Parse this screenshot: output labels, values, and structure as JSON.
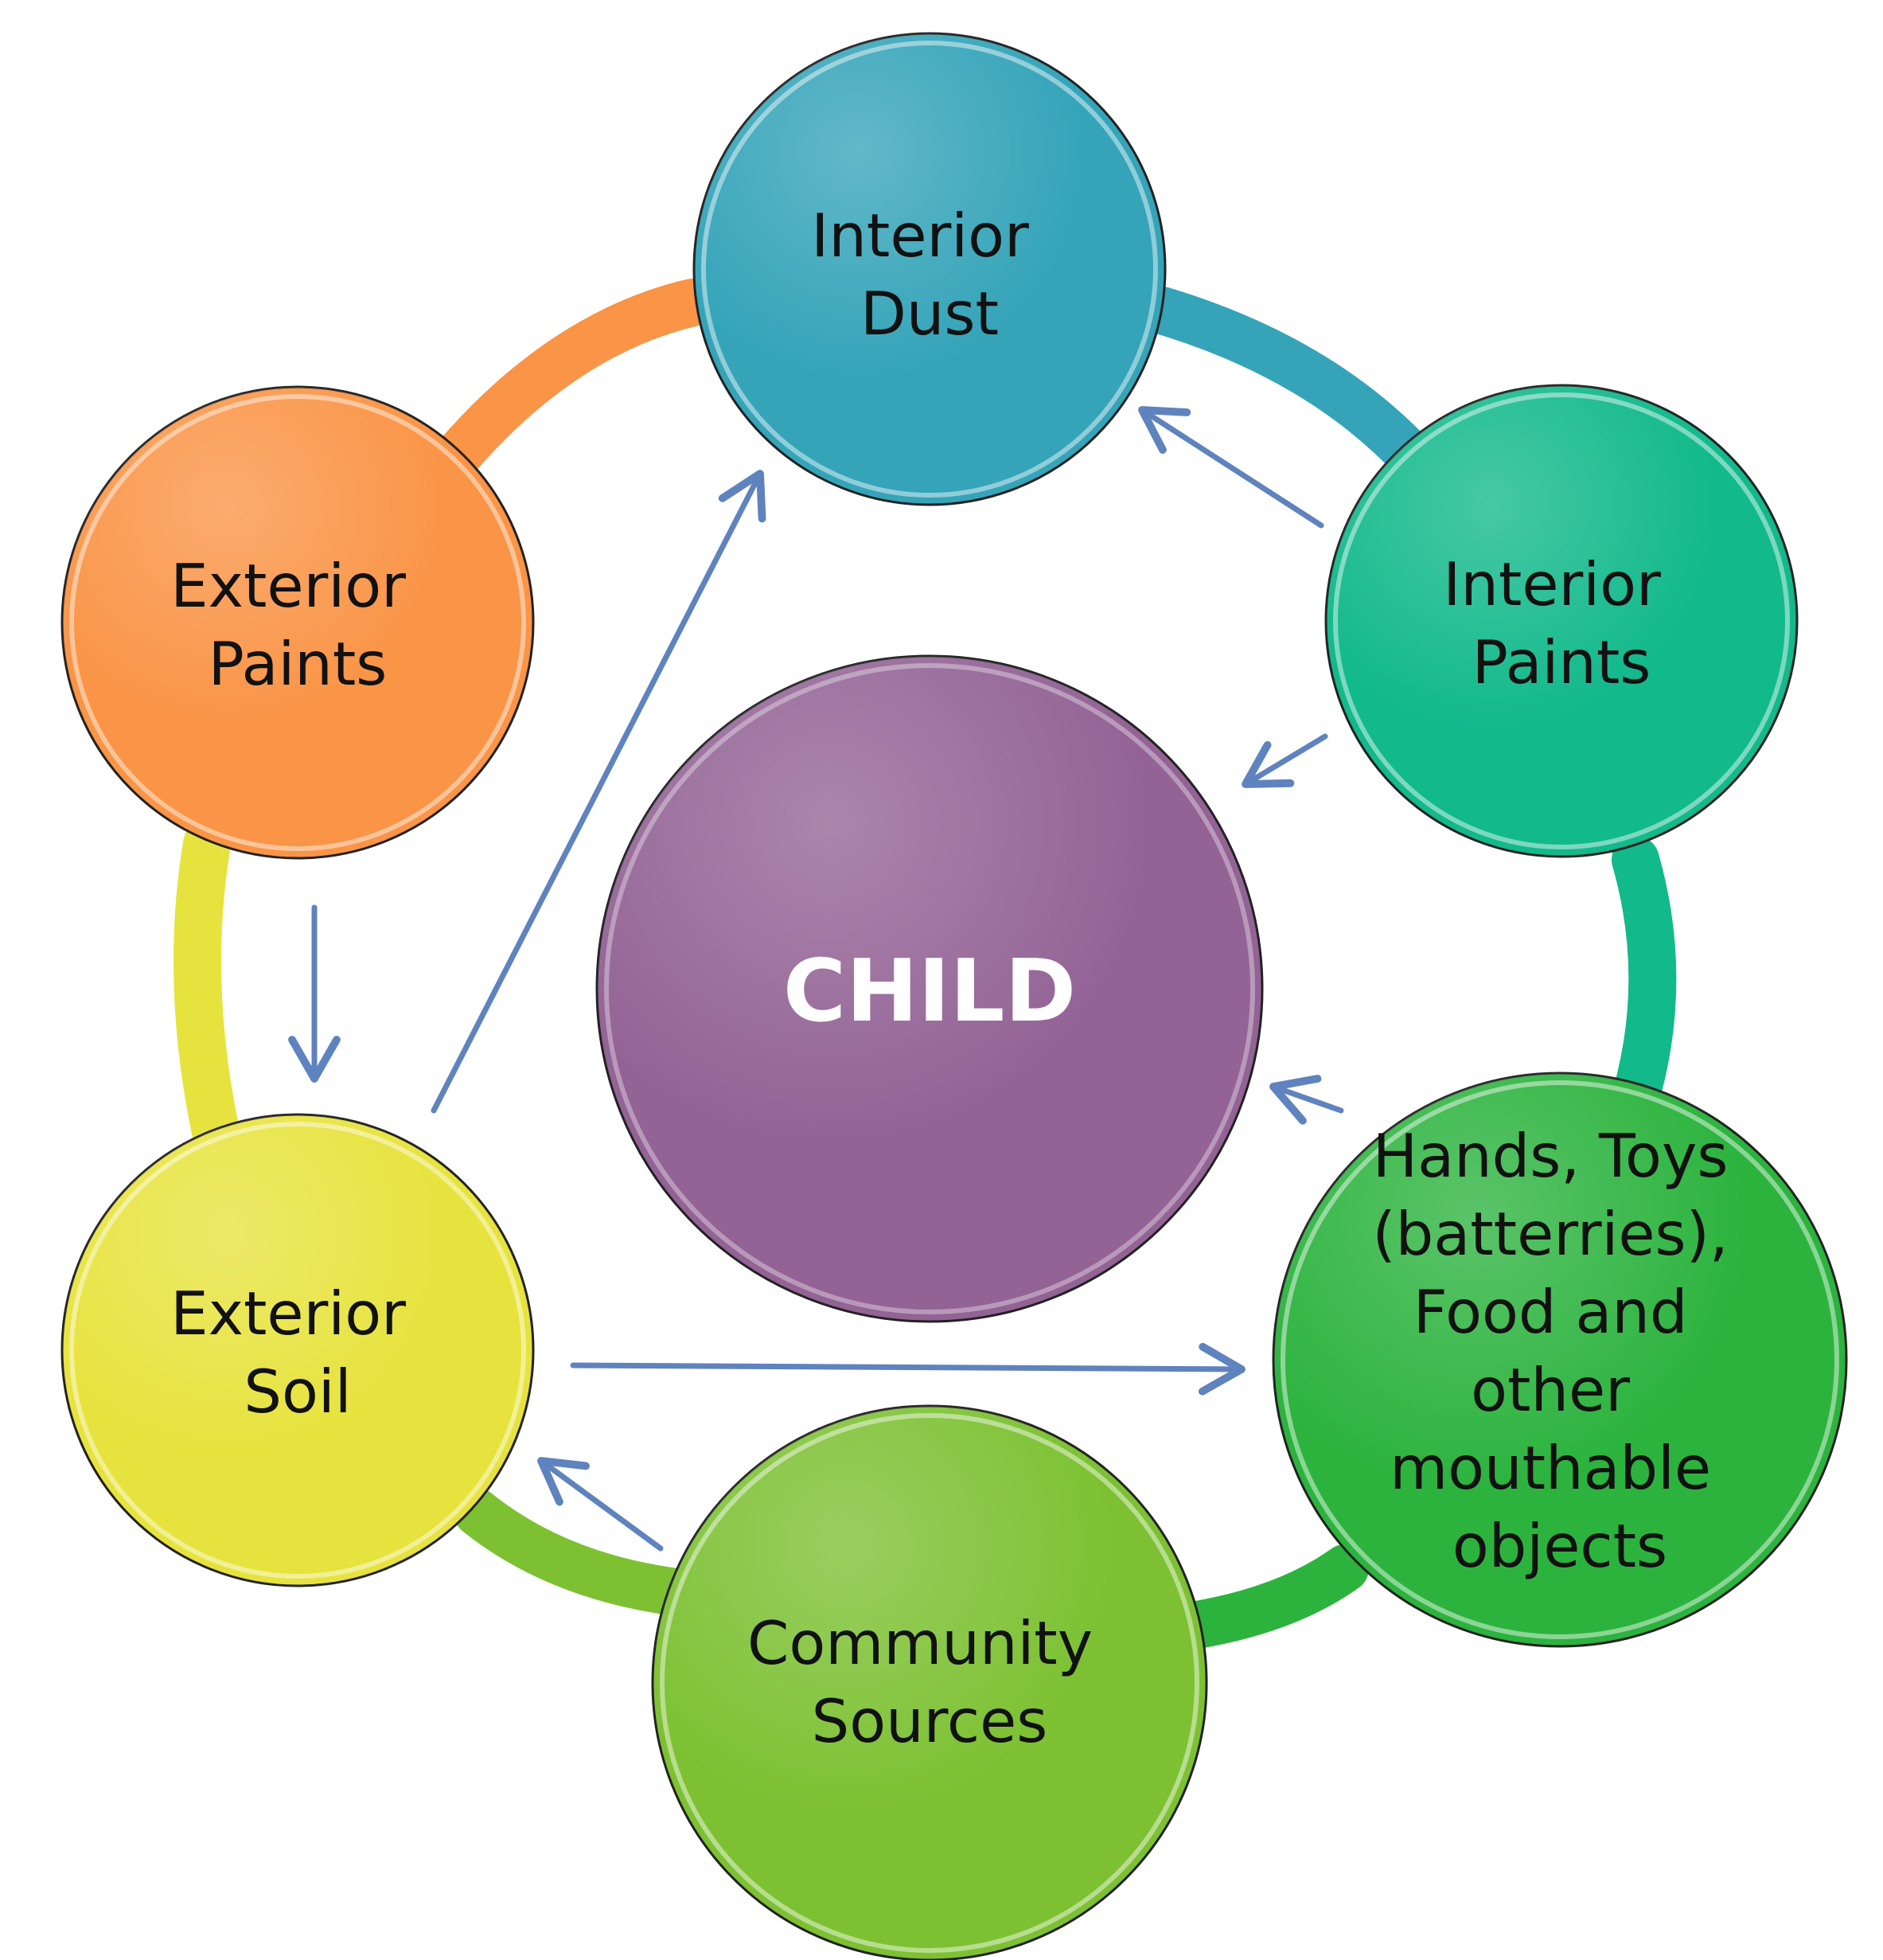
{
  "colors": {
    "interior_dust": "#35A4B9",
    "interior_paints": "#12B98B",
    "hands_toys": "#2CB33E",
    "community": "#7DC133",
    "exterior_soil": "#E7E33E",
    "exterior_paints": "#FA9446",
    "child": "#936395",
    "arrow": "#5F83BE",
    "outline": "#222222"
  },
  "nodes": {
    "interior_dust": {
      "lines": [
        "Interior",
        "Dust"
      ]
    },
    "interior_paints": {
      "lines": [
        "Interior",
        "Paints"
      ]
    },
    "hands_toys": {
      "lines": [
        "Hands, Toys",
        "(batterries),",
        "Food and",
        "other",
        "mouthable",
        "objects"
      ]
    },
    "community": {
      "lines": [
        "Community",
        "Sources"
      ]
    },
    "exterior_soil": {
      "lines": [
        "Exterior",
        "Soil"
      ]
    },
    "exterior_paints": {
      "lines": [
        "Exterior",
        "Paints"
      ]
    },
    "child": {
      "label": "CHILD"
    }
  }
}
